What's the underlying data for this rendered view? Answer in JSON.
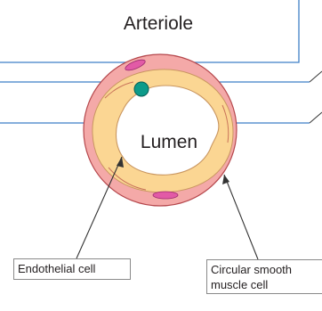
{
  "diagram": {
    "title": "Arteriole",
    "lumen_label": "Lumen",
    "callouts": {
      "endothelial_cell": "Endothelial cell",
      "smooth_muscle_line1": "Circular smooth",
      "smooth_muscle_line2": "muscle cell"
    }
  },
  "colors": {
    "outer_wall": "#f4a9a8",
    "outer_wall_stroke": "#b5474c",
    "muscle_layer": "#fbd693",
    "lumen": "#ffffff",
    "nucleus": "#0d9b8a",
    "smooth_muscle_nuclei": "#e25aa6",
    "guide_lines": "#3f7fc7",
    "pointer_lines": "#333333"
  }
}
